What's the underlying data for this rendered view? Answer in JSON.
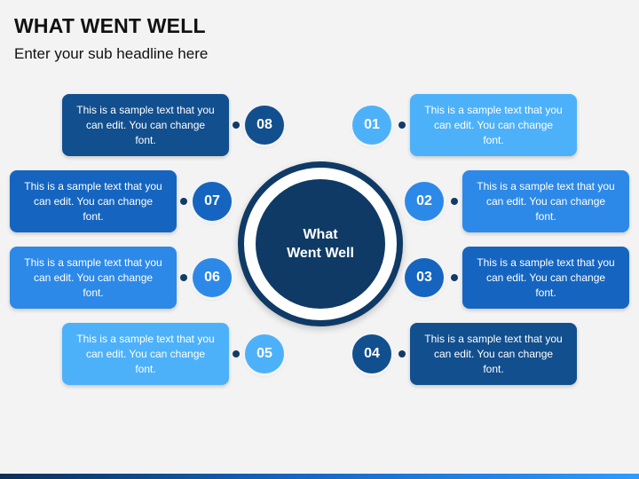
{
  "title": "WHAT WENT WELL",
  "subtitle": "Enter your sub headline here",
  "center": {
    "line1": "What",
    "line2": "Went Well"
  },
  "items": [
    {
      "num": "01",
      "text": "This is a sample text that you can edit. You can change font.",
      "box_color": "#4db1fa",
      "badge_color": "#4db1fa"
    },
    {
      "num": "02",
      "text": "This is a sample text that you can edit. You can change font.",
      "box_color": "#2d89e8",
      "badge_color": "#2d89e8"
    },
    {
      "num": "03",
      "text": "This is a sample text that you can edit. You can change font.",
      "box_color": "#1565c0",
      "badge_color": "#1565c0"
    },
    {
      "num": "04",
      "text": "This is a sample text that you can edit. You can change font.",
      "box_color": "#124f8e",
      "badge_color": "#124f8e"
    },
    {
      "num": "05",
      "text": "This is a sample text that you can edit. You can change font.",
      "box_color": "#4db1fa",
      "badge_color": "#4db1fa"
    },
    {
      "num": "06",
      "text": "This is a sample text that you can edit. You can change font.",
      "box_color": "#2d89e8",
      "badge_color": "#2d89e8"
    },
    {
      "num": "07",
      "text": "This is a sample text that you can edit. You can change font.",
      "box_color": "#1565c0",
      "badge_color": "#1565c0"
    },
    {
      "num": "08",
      "text": "This is a sample text that you can edit. You can change font.",
      "box_color": "#124f8e",
      "badge_color": "#124f8e"
    }
  ]
}
